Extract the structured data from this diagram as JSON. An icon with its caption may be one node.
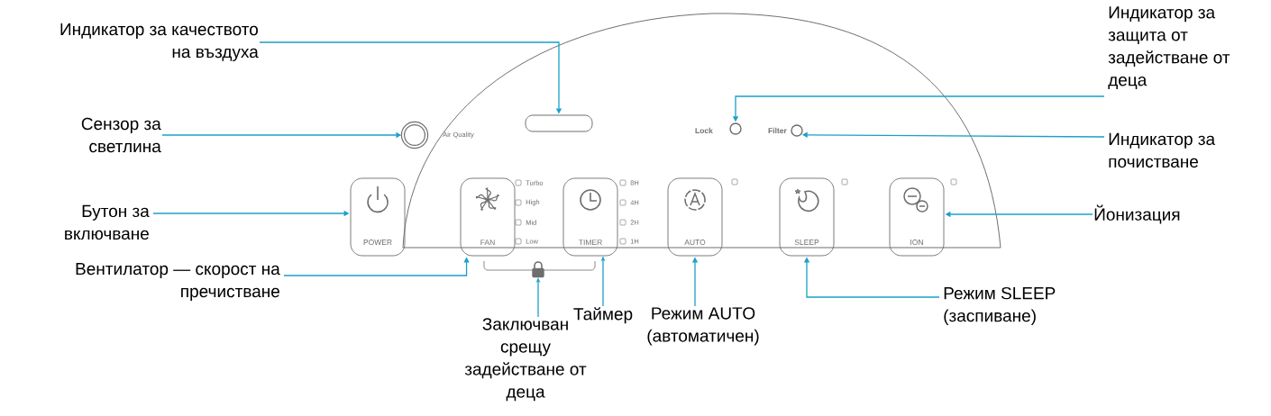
{
  "diagram": {
    "nodes": [
      {
        "text": [
          "Индикатор за качеството на въздуха"
        ]
      },
      {
        "text": [],
        "shape": "bar"
      },
      {
        "text": [
          "Сензор за светлина"
        ]
      },
      {
        "text": [],
        "shape": "circle",
        "beside": [
          "Air Quality"
        ]
      },
      {
        "text": [
          "Индикатор за защита от задействане от деца"
        ]
      },
      {
        "text": [],
        "shape": "circle",
        "beside": [
          "Lock"
        ]
      },
      {
        "text": [
          "Индикатор за почистване"
        ]
      },
      {
        "text": [],
        "shape": "circle",
        "beside": [
          "Filter"
        ]
      },
      {
        "text": [
          "Бутон за включване"
        ]
      },
      {
        "text": [
          "POWER"
        ]
      },
      {
        "text": [
          "Вентилатор — скорост на пречистване"
        ]
      },
      {
        "text": [
          "FAN"
        ]
      },
      {
        "text": [
          "TIMER"
        ]
      },
      {
        "text": [],
        "shape": "padlock"
      },
      {
        "text": [
          "Заключван срещу задействане от деца"
        ]
      },
      {
        "text": [
          "Таймер"
        ]
      },
      {
        "text": [
          "Режим AUTO (автоматичен)"
        ]
      },
      {
        "text": [
          "AUTO"
        ]
      },
      {
        "text": [
          "Режим SLEEP (заспиване)"
        ]
      },
      {
        "text": [
          "SLEEP"
        ]
      },
      {
        "text": [
          "Йонизация"
        ]
      },
      {
        "text": [
          "ION"
        ]
      }
    ],
    "edges": [
      {
        "from": 0,
        "to": 1,
        "arrow": "to"
      },
      {
        "from": 2,
        "to": 3,
        "arrow": "to"
      },
      {
        "from": 4,
        "to": 5,
        "arrow": "to"
      },
      {
        "from": 6,
        "to": 7,
        "arrow": "to"
      },
      {
        "from": 8,
        "to": 9,
        "arrow": "to"
      },
      {
        "from": 10,
        "to": 11,
        "arrow": "to"
      },
      {
        "from": 14,
        "to": 13,
        "arrow": "to"
      },
      {
        "from": 15,
        "to": 12,
        "arrow": "to"
      },
      {
        "from": 16,
        "to": 17,
        "arrow": "to"
      },
      {
        "from": 18,
        "to": 19,
        "arrow": "to"
      },
      {
        "from": 20,
        "to": 21,
        "arrow": "to"
      }
    ],
    "labels": [
      "Turbo",
      "High",
      "Mid",
      "Low",
      "8H",
      "4H",
      "2H",
      "1H"
    ]
  }
}
